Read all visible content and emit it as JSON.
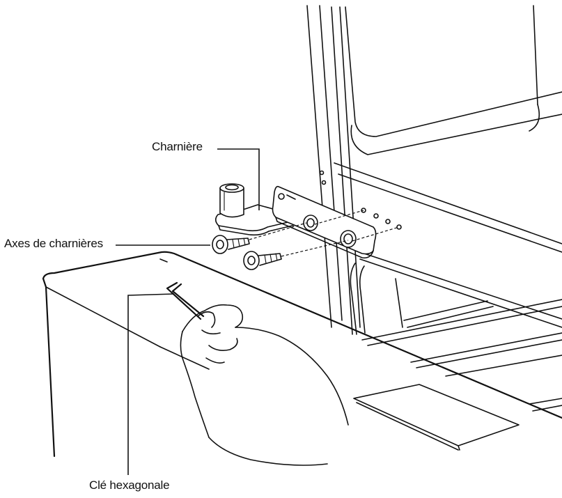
{
  "labels": {
    "hinge": "Charnière",
    "hinge_pins": "Axes de charnières",
    "hex_key": "Clé hexagonale"
  },
  "colors": {
    "line": "#111111",
    "background": "#ffffff"
  }
}
